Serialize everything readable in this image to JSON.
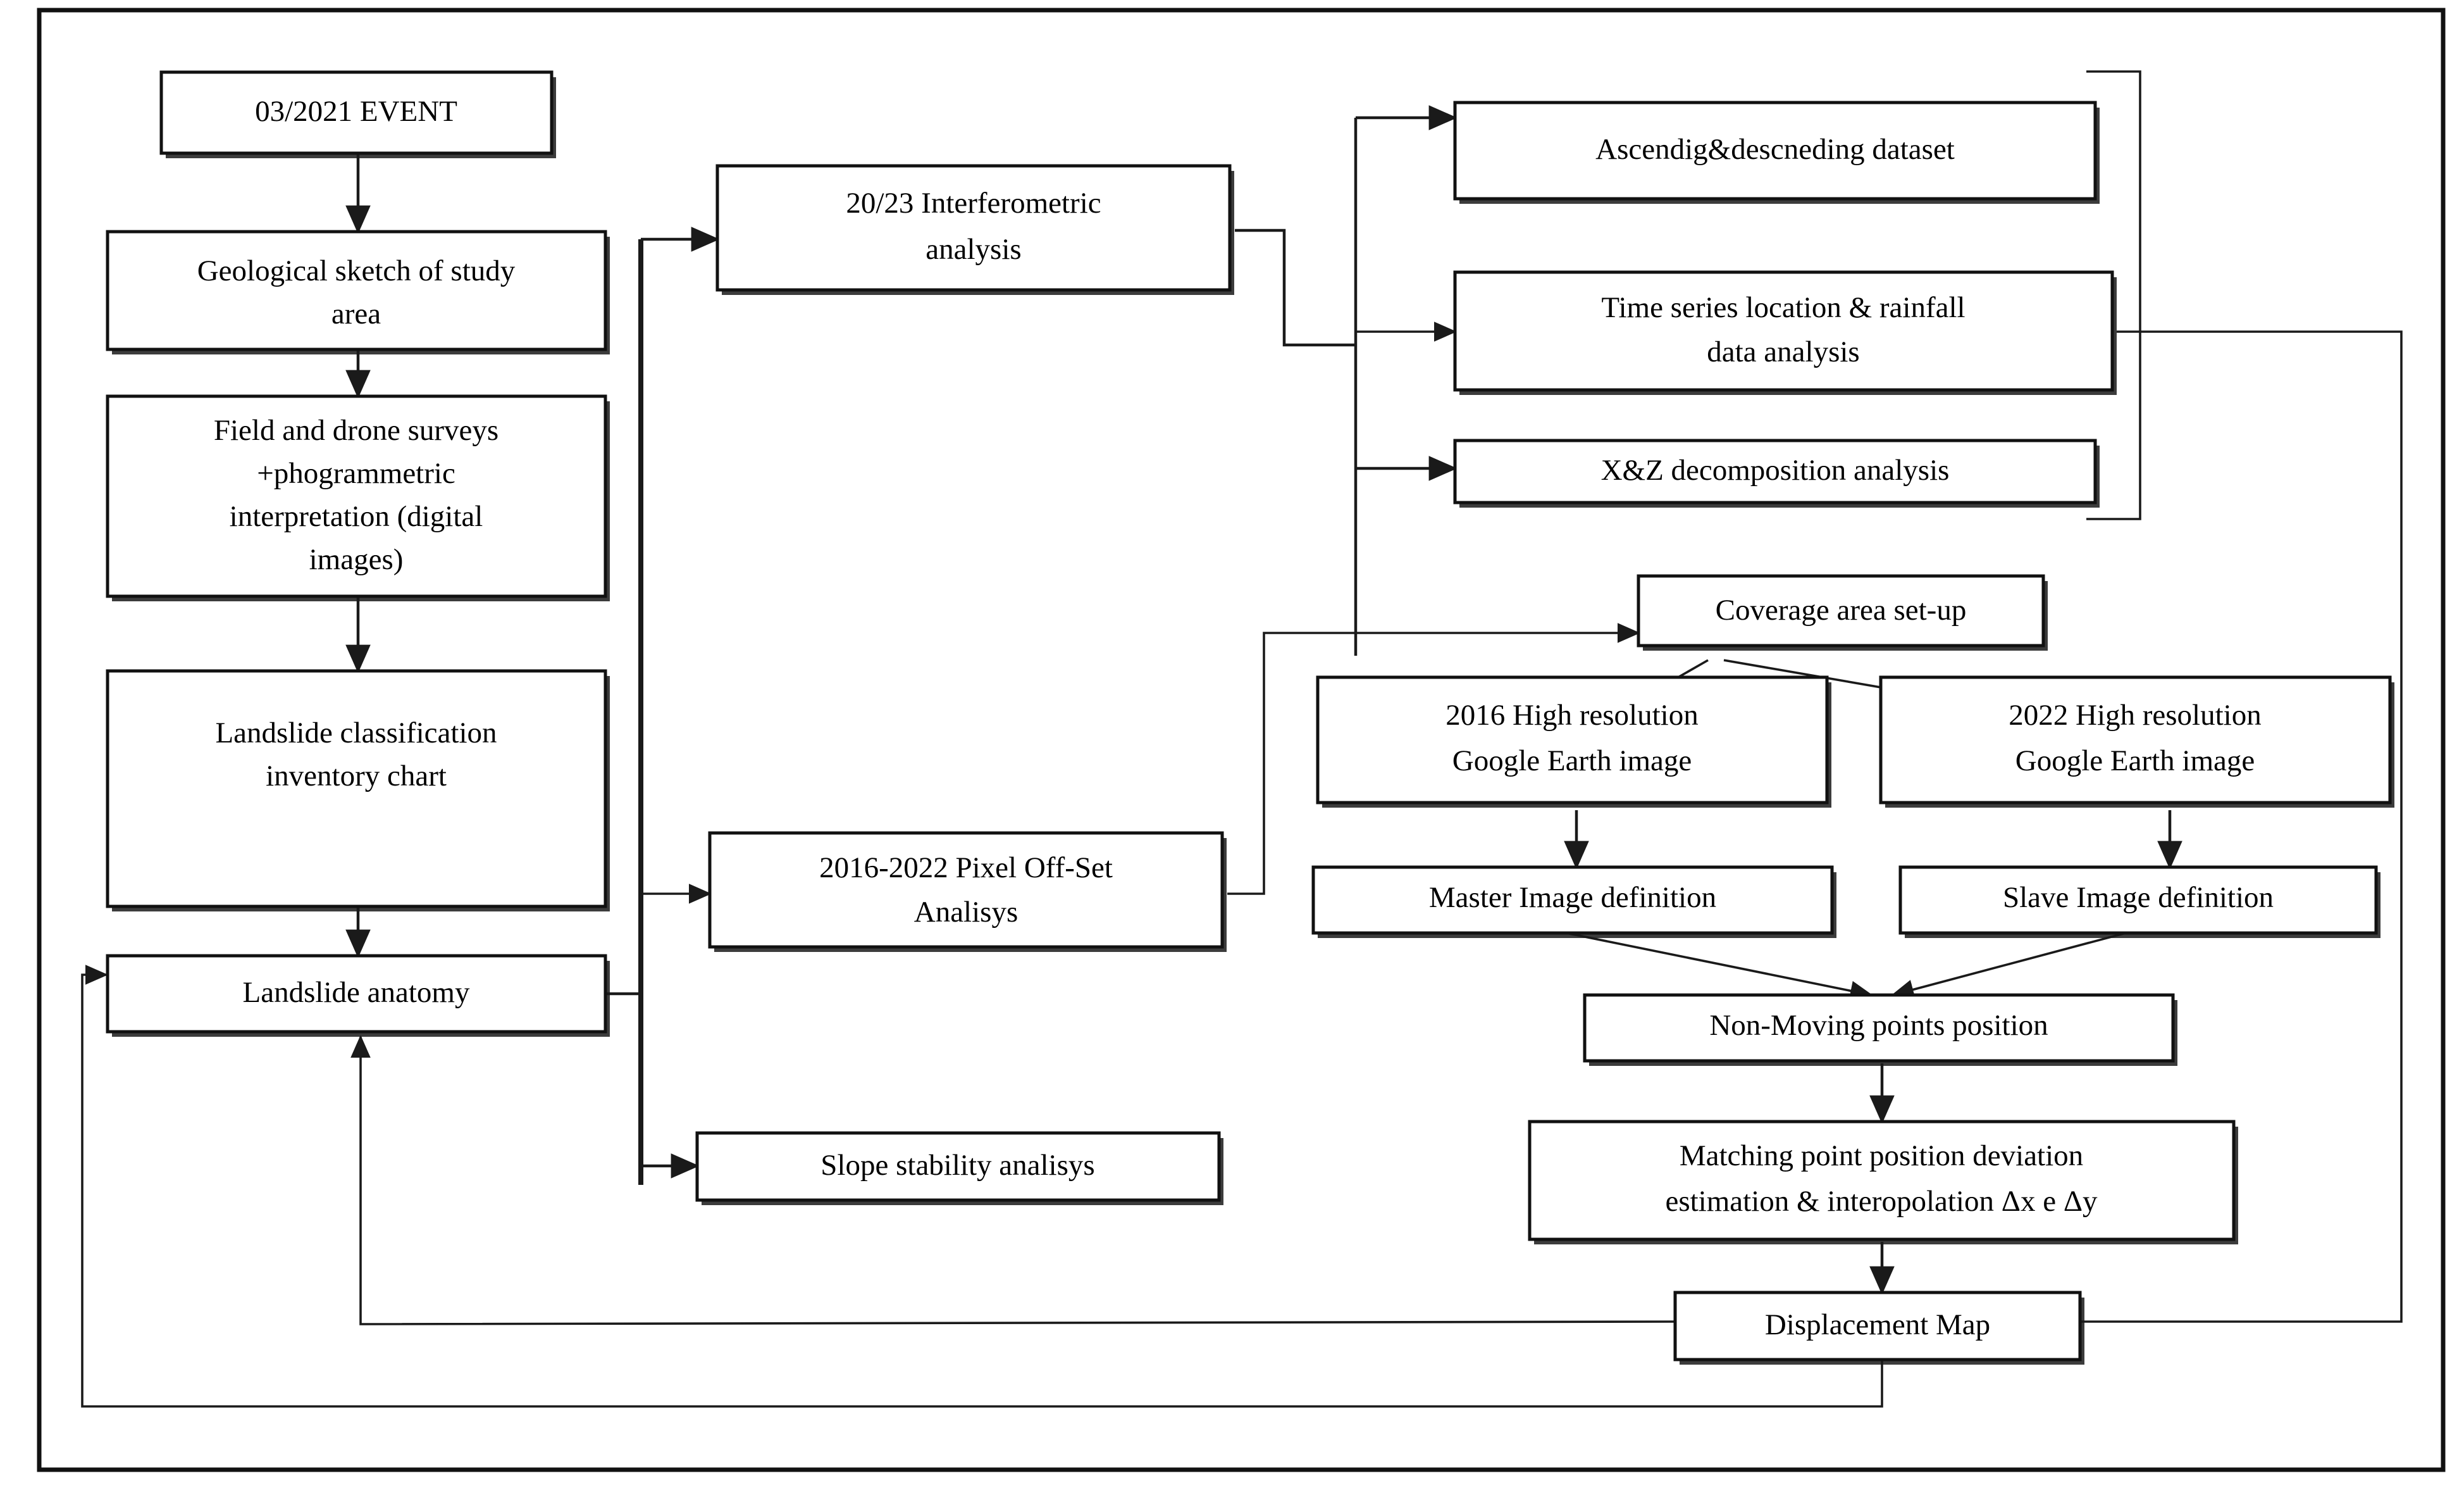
{
  "diagram": {
    "title": "Landslide monitoring and analysis workflow",
    "type": "flowchart",
    "background_color": "#ffffff",
    "line_color": "#1a1a1a",
    "box_fill": "#ffffff",
    "box_border_color": "#111111"
  },
  "nodes": {
    "event": {
      "label": "03/2021 EVENT",
      "lines": [
        "03/2021 EVENT"
      ]
    },
    "geological_sketch": {
      "label": "Geological sketch of study area",
      "lines": [
        "Geological sketch of study",
        "area"
      ]
    },
    "field_drone": {
      "label": "Field and drone surveys +phogrammetric interpretation (digital images)",
      "lines": [
        "Field and drone surveys",
        "+phogrammetric",
        "interpretation (digital",
        "images)"
      ]
    },
    "landslide_classification": {
      "label": "Landslide classification inventory chart",
      "lines": [
        "Landslide classification",
        "inventory chart"
      ]
    },
    "landslide_anatomy": {
      "label": "Landslide anatomy",
      "lines": [
        "Landslide anatomy"
      ]
    },
    "interferometric": {
      "label": "20/23 Interferometric analysis",
      "lines": [
        "20/23 Interferometric",
        "analysis"
      ]
    },
    "pixel_offset": {
      "label": "2016-2022 Pixel Off-Set Analisys",
      "lines": [
        "2016-2022 Pixel Off-Set",
        "Analisys"
      ]
    },
    "slope_stability": {
      "label": "Slope stability analisys",
      "lines": [
        "Slope stability analisys"
      ]
    },
    "ascending_descending": {
      "label": "Ascendig&descneding dataset",
      "lines": [
        "Ascendig&descneding dataset"
      ]
    },
    "time_series": {
      "label": "Time series location & rainfall data analysis",
      "lines": [
        "Time series location & rainfall",
        "data analysis"
      ]
    },
    "xz_decomposition": {
      "label": "X&Z decomposition analysis",
      "lines": [
        "X&Z decomposition analysis"
      ]
    },
    "coverage_area": {
      "label": "Coverage area set-up",
      "lines": [
        "Coverage area set-up"
      ]
    },
    "ge_2016": {
      "label": "2016 High resolution Google Earth image",
      "lines": [
        "2016 High resolution",
        "Google Earth image"
      ]
    },
    "ge_2022": {
      "label": "2022 High resolution Google Earth image",
      "lines": [
        "2022 High resolution",
        "Google Earth image"
      ]
    },
    "master_image": {
      "label": "Master Image definition",
      "lines": [
        "Master Image definition"
      ]
    },
    "slave_image": {
      "label": "Slave Image definition",
      "lines": [
        "Slave Image definition"
      ]
    },
    "non_moving_points": {
      "label": "Non-Moving points position",
      "lines": [
        "Non-Moving points position"
      ]
    },
    "matching_point": {
      "label": "Matching point position deviation estimation & interopolation Δx e Δy",
      "lines": [
        "Matching point position deviation",
        "estimation & interopolation Δx e Δy"
      ]
    },
    "displacement_map": {
      "label": "Displacement Map",
      "lines": [
        "Displacement Map"
      ]
    }
  },
  "edges": [
    {
      "from": "event",
      "to": "geological_sketch"
    },
    {
      "from": "geological_sketch",
      "to": "field_drone"
    },
    {
      "from": "field_drone",
      "to": "landslide_classification"
    },
    {
      "from": "landslide_classification",
      "to": "landslide_anatomy"
    },
    {
      "from": "landslide_anatomy",
      "to": "interferometric"
    },
    {
      "from": "landslide_anatomy",
      "to": "pixel_offset"
    },
    {
      "from": "landslide_anatomy",
      "to": "slope_stability"
    },
    {
      "from": "interferometric",
      "to": "ascending_descending"
    },
    {
      "from": "interferometric",
      "to": "time_series"
    },
    {
      "from": "interferometric",
      "to": "xz_decomposition"
    },
    {
      "from": "pixel_offset",
      "to": "coverage_area"
    },
    {
      "from": "coverage_area",
      "to": "ge_2016"
    },
    {
      "from": "coverage_area",
      "to": "ge_2022"
    },
    {
      "from": "ge_2016",
      "to": "master_image"
    },
    {
      "from": "ge_2022",
      "to": "slave_image"
    },
    {
      "from": "master_image",
      "to": "non_moving_points"
    },
    {
      "from": "slave_image",
      "to": "non_moving_points"
    },
    {
      "from": "non_moving_points",
      "to": "matching_point"
    },
    {
      "from": "matching_point",
      "to": "displacement_map"
    },
    {
      "from": "displacement_map",
      "to": "landslide_anatomy",
      "kind": "feedback"
    },
    {
      "from": "time_series",
      "to": "landslide_anatomy",
      "kind": "feedback"
    }
  ]
}
